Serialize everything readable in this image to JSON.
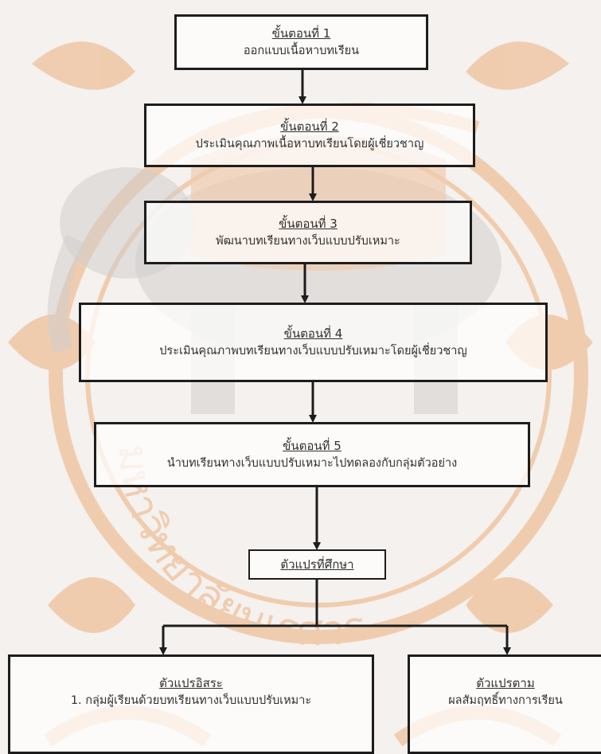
{
  "steps": [
    {
      "title": "ขั้นตอนที่ 1",
      "desc": "ออกแบบเนื้อหาบทเรียน"
    },
    {
      "title": "ขั้นตอนที่ 2",
      "desc": "ประเมินคุณภาพเนื้อหาบทเรียนโดยผู้เชี่ยวชาญ"
    },
    {
      "title": "ขั้นตอนที่ 3",
      "desc": "พัฒนาบทเรียนทางเว็บแบบปรับเหมาะ"
    },
    {
      "title": "ขั้นตอนที่ 4",
      "desc": "ประเมินคุณภาพบทเรียนทางเว็บแบบปรับเหมาะโดยผู้เชี่ยวชาญ"
    },
    {
      "title": "ขั้นตอนที่ 5",
      "desc": "นำบทเรียนทางเว็บแบบปรับเหมาะไปทดลองกับกลุ่มตัวอย่าง"
    }
  ],
  "variables": {
    "title": "ตัวแปรที่ศึกษา"
  },
  "independent": {
    "title": "ตัวแปรอิสระ",
    "item": "1. กลุ่มผู้เรียนด้วยบทเรียนทางเว็บแบบปรับเหมาะ"
  },
  "dependent": {
    "title": "ตัวแปรตาม",
    "item": "ผลสัมฤทธิ์ทางการเรียน"
  },
  "watermark": {
    "text": "มหาวิทยาลัยนเรศวร"
  },
  "colors": {
    "watermark": "#e98a3c",
    "border": "#1d1d1d",
    "text": "#303030"
  }
}
